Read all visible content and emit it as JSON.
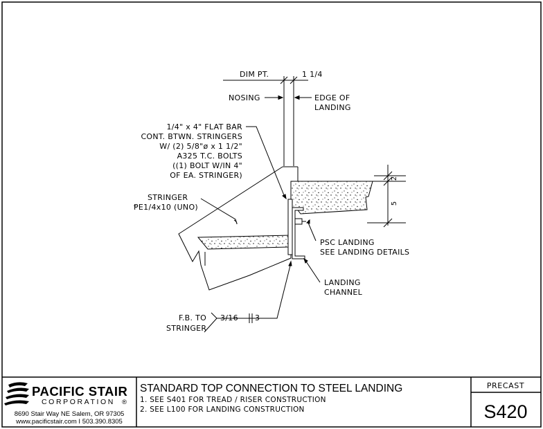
{
  "labels": {
    "dim_pt": "DIM PT.",
    "dim_1_1_4": "1 1/4",
    "nosing": "NOSING",
    "edge_of_1": "EDGE OF",
    "edge_of_2": "LANDING",
    "flatbar_1": "1/4\" x 4\" FLAT BAR",
    "flatbar_2": "CONT. BTWN. STRINGERS",
    "flatbar_3": "W/ (2) 5/8\"ø x 1 1/2\"",
    "flatbar_4": "A325 T.C. BOLTS",
    "flatbar_5": "((1) BOLT W/IN 4\"",
    "flatbar_6": "OF EA. STRINGER)",
    "stringer_1": "STRINGER",
    "stringer_2": "ⱣE1/4x10 (UNO)",
    "psc_1": "PSC LANDING",
    "psc_2": "SEE LANDING DETAILS",
    "channel_1": "LANDING",
    "channel_2": "CHANNEL",
    "fb_to": "F.B. TO",
    "stringer_weld": "STRINGER",
    "weld_size": "3/16",
    "weld_len": "3",
    "dim_2": "2",
    "dim_5": "5"
  },
  "titleblock": {
    "company": "PACIFIC STAIR",
    "corporation": "CORPORATION",
    "registered": "®",
    "address": "8690 Stair Way NE Salem, OR 97305",
    "contact": "www.pacificstair.com  I  503.390.8305",
    "title": "STANDARD TOP CONNECTION TO STEEL LANDING",
    "note_1": "1. SEE S401 FOR TREAD / RISER CONSTRUCTION",
    "note_2": "2. SEE L100 FOR LANDING CONSTRUCTION",
    "category": "PRECAST",
    "sheet_number": "S420"
  }
}
